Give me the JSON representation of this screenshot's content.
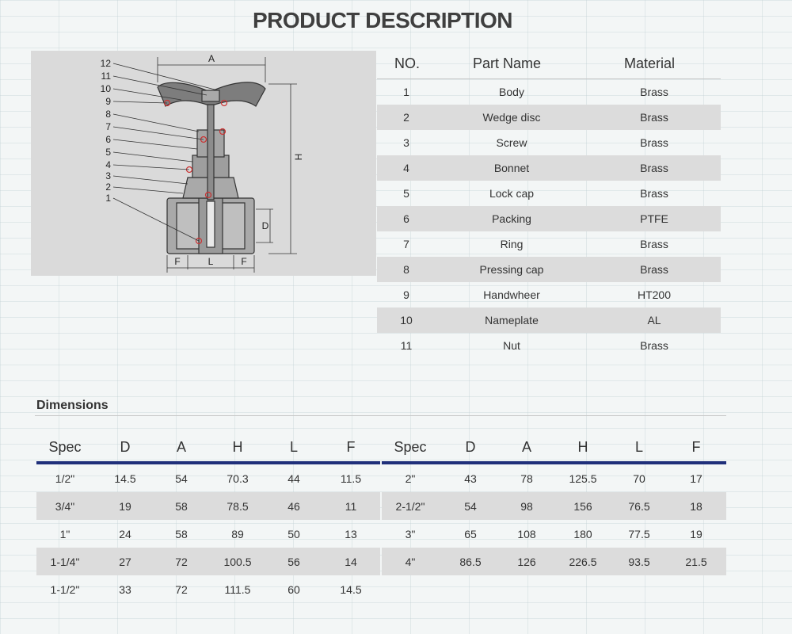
{
  "title": "PRODUCT DESCRIPTION",
  "diagram": {
    "callouts": [
      "12",
      "11",
      "10",
      "9",
      "8",
      "7",
      "6",
      "5",
      "4",
      "3",
      "2",
      "1"
    ],
    "dim_a": "A",
    "dim_h": "H",
    "dim_d": "D",
    "dim_f": "F",
    "dim_l": "L"
  },
  "parts": {
    "headers": {
      "no": "NO.",
      "name": "Part Name",
      "material": "Material"
    },
    "rows": [
      {
        "no": "1",
        "name": "Body",
        "material": "Brass"
      },
      {
        "no": "2",
        "name": "Wedge disc",
        "material": "Brass"
      },
      {
        "no": "3",
        "name": "Screw",
        "material": "Brass"
      },
      {
        "no": "4",
        "name": "Bonnet",
        "material": "Brass"
      },
      {
        "no": "5",
        "name": "Lock cap",
        "material": "Brass"
      },
      {
        "no": "6",
        "name": "Packing",
        "material": "PTFE"
      },
      {
        "no": "7",
        "name": "Ring",
        "material": "Brass"
      },
      {
        "no": "8",
        "name": "Pressing cap",
        "material": "Brass"
      },
      {
        "no": "9",
        "name": "Handwheer",
        "material": "HT200"
      },
      {
        "no": "10",
        "name": "Nameplate",
        "material": "AL"
      },
      {
        "no": "11",
        "name": "Nut",
        "material": "Brass"
      }
    ]
  },
  "dimensions": {
    "label": "Dimensions",
    "headers": [
      "Spec",
      "D",
      "A",
      "H",
      "L",
      "F"
    ],
    "left_rows": [
      [
        "1/2\"",
        "14.5",
        "54",
        "70.3",
        "44",
        "11.5"
      ],
      [
        "3/4\"",
        "19",
        "58",
        "78.5",
        "46",
        "11"
      ],
      [
        "1\"",
        "24",
        "58",
        "89",
        "50",
        "13"
      ],
      [
        "1-1/4\"",
        "27",
        "72",
        "100.5",
        "56",
        "14"
      ],
      [
        "1-1/2\"",
        "33",
        "72",
        "111.5",
        "60",
        "14.5"
      ]
    ],
    "right_rows": [
      [
        "2\"",
        "43",
        "78",
        "125.5",
        "70",
        "17"
      ],
      [
        "2-1/2\"",
        "54",
        "98",
        "156",
        "76.5",
        "18"
      ],
      [
        "3\"",
        "65",
        "108",
        "180",
        "77.5",
        "19"
      ],
      [
        "4\"",
        "86.5",
        "126",
        "226.5",
        "93.5",
        "21.5"
      ]
    ]
  },
  "colors": {
    "header_rule": "#1f2f7a",
    "row_shade": "#dcdcdc",
    "diagram_bg": "#dadada"
  }
}
